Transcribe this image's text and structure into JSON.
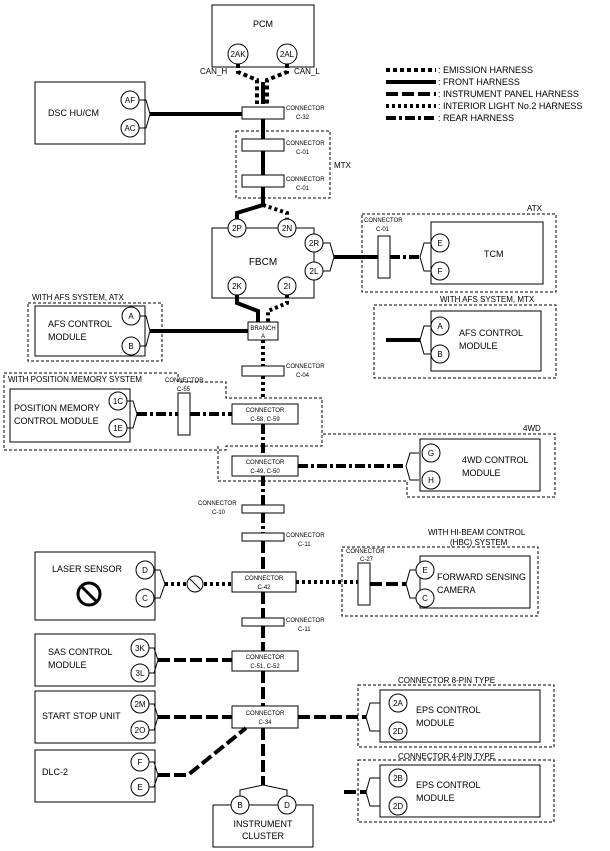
{
  "legend": {
    "emission": ": EMISSION HARNESS",
    "front": ": FRONT HARNESS",
    "ip": ": INSTRUMENT PANEL HARNESS",
    "il": ": INTERIOR LIGHT No.2 HARNESS",
    "rear": ": REAR HARNESS"
  },
  "pcm": {
    "title": "PCM",
    "pin1": "2AK",
    "pin2": "2AL",
    "can_h": "CAN_H",
    "can_l": "CAN_L"
  },
  "dsc": {
    "title": "DSC HU/CM",
    "pin1": "AF",
    "pin2": "AC"
  },
  "c32": {
    "l1": "CONNECTOR",
    "l2": "C-32"
  },
  "mtx": {
    "label": "MTX",
    "c1l1": "CONNECTOR",
    "c1l2": "C-01",
    "c2l1": "CONNECTOR",
    "c2l2": "C-01"
  },
  "fbcm": {
    "title": "FBCM",
    "p2p": "2P",
    "p2n": "2N",
    "p2r": "2R",
    "p2l": "2L",
    "p2k": "2K",
    "p2i": "2I"
  },
  "atx": {
    "label": "ATX",
    "conn1": "CONNECTOR",
    "conn2": "C-01",
    "tcm": "TCM",
    "pinE": "E",
    "pinF": "F"
  },
  "afs_atx": {
    "label": "WITH AFS SYSTEM, ATX",
    "title1": "AFS CONTROL",
    "title2": "MODULE",
    "pinA": "A",
    "pinB": "B"
  },
  "afs_mtx": {
    "label": "WITH AFS SYSTEM, MTX",
    "title1": "AFS CONTROL",
    "title2": "MODULE",
    "pinA": "A",
    "pinB": "B"
  },
  "branch": {
    "l1": "BRANCH",
    "l2": "A"
  },
  "c04": {
    "l1": "CONNECTOR",
    "l2": "C-04"
  },
  "pm": {
    "label": "WITH POSITION MEMORY SYSTEM",
    "conn1": "CONNECTOR",
    "conn2": "C-55",
    "title1": "POSITION MEMORY",
    "title2": "CONTROL MODULE",
    "pin1": "1C",
    "pin2": "1E"
  },
  "c58": {
    "l1": "CONNECTOR",
    "l2": "C-58, C-59"
  },
  "fwd": {
    "label": "4WD",
    "title1": "4WD CONTROL",
    "title2": "MODULE",
    "pinG": "G",
    "pinH": "H"
  },
  "c49": {
    "l1": "CONNECTOR",
    "l2": "C-49, C-50"
  },
  "c10": {
    "l1": "CONNECTOR",
    "l2": "C-10"
  },
  "c11a": {
    "l1": "CONNECTOR",
    "l2": "C-11"
  },
  "laser": {
    "title": "LASER SENSOR",
    "pinD": "D",
    "pinC": "C"
  },
  "c42": {
    "l1": "CONNECTOR",
    "l2": "C-42"
  },
  "hbc": {
    "label1": "WITH HI-BEAM CONTROL",
    "label2": "(HBC) SYSTEM",
    "conn1": "CONNECTOR",
    "conn2": "C-27",
    "title1": "FORWARD SENSING",
    "title2": "CAMERA",
    "pinE": "E",
    "pinC": "C"
  },
  "c11b": {
    "l1": "CONNECTOR",
    "l2": "C-11"
  },
  "sas": {
    "title1": "SAS CONTROL",
    "title2": "MODULE",
    "pin1": "3K",
    "pin2": "3L"
  },
  "c51": {
    "l1": "CONNECTOR",
    "l2": "C-51, C-52"
  },
  "start": {
    "title": "START STOP UNIT",
    "pin1": "2M",
    "pin2": "2O"
  },
  "c34": {
    "l1": "CONNECTOR",
    "l2": "C-34"
  },
  "eps8": {
    "label": "CONNECTOR 8-PIN TYPE",
    "title1": "EPS CONTROL",
    "title2": "MODULE",
    "pin1": "2A",
    "pin2": "2D"
  },
  "eps4": {
    "label": "CONNECTOR 4-PIN TYPE",
    "title1": "EPS CONTROL",
    "title2": "MODULE",
    "pin1": "2B",
    "pin2": "2D"
  },
  "dlc": {
    "title": "DLC-2",
    "pinF": "F",
    "pinE": "E"
  },
  "ic": {
    "title1": "INSTRUMENT",
    "title2": "CLUSTER",
    "pinB": "B",
    "pinD": "D"
  }
}
